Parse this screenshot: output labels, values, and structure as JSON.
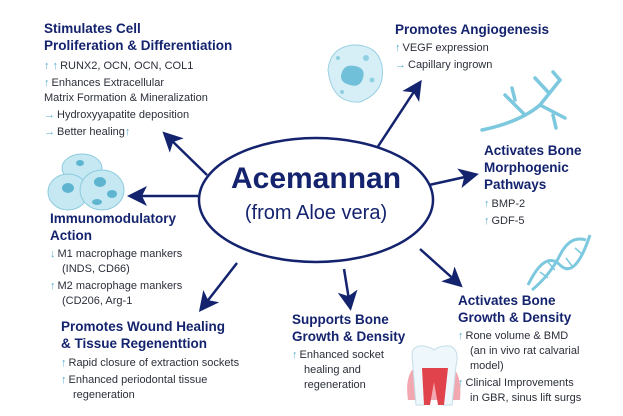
{
  "center": {
    "title": "Acemannan",
    "subtitle": "(from Aloe vera)"
  },
  "colors": {
    "navy": "#14236e",
    "accent": "#5aaed0"
  },
  "blocks": {
    "proliferation": {
      "title1": "Stimulates Cell",
      "title2": "Proliferation & Differentiation",
      "items": [
        "↑ ↑",
        "RUNX2, OCN, OCN, COL1",
        "↑",
        "Enhances Extracellular",
        "Matrix Formation & Mineralization",
        "→",
        "Hydroxyyapatite deposition",
        "→",
        "Better healing",
        "↑"
      ]
    },
    "angiogenesis": {
      "title": "Promotes Angiogenesis",
      "items": [
        "↑",
        "VEGF expression",
        "→",
        "Capillary ingrown"
      ]
    },
    "morphogenic": {
      "title1": "Activates Bone",
      "title2": "Morphogenic",
      "title3": "Pathways",
      "items": [
        "↑",
        "BMP-2",
        "↑",
        "GDF-5"
      ]
    },
    "immuno": {
      "title1": "Immunomodulatory",
      "title2": "Action",
      "items": [
        "↓",
        "M1 macrophage mankers",
        "(INDS, CD66)",
        "↑",
        "M2 macrophage mankers",
        "(CD206, Arg-1"
      ]
    },
    "wound": {
      "title1": "Promotes Wound Healing",
      "title2": "& Tissue Regenenttion",
      "items": [
        "↑",
        "Rapid closure of extraction sockets",
        "↑",
        "Enhanced periodontal tissue",
        "regeneration"
      ]
    },
    "supports": {
      "title1": "Supports Bone",
      "title2": "Growth & Density",
      "items": [
        "↑",
        "Enhanced socket",
        "healing and",
        "regeneration"
      ]
    },
    "growth": {
      "title1": "Activates Bone",
      "title2": "Growth & Density",
      "items": [
        "↑",
        "Rone volume & BMD",
        "(an in vivo rat calvarial",
        "model)",
        "↑",
        "Clinical Improvements",
        "in GBR, sinus lift surgs"
      ]
    }
  }
}
